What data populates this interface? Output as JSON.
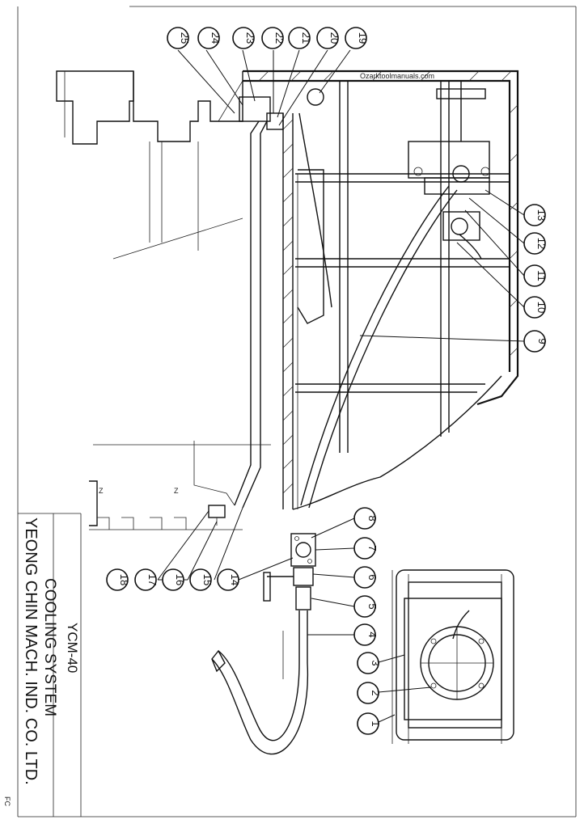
{
  "title_block": {
    "model": "YCM-40",
    "system": "COOLING SYSTEM",
    "company": "YEONG CHIN MACH. IND. CO. LTD."
  },
  "watermark": "Ozarktoolmanuals.com",
  "corner_mark": "FC",
  "callouts": [
    {
      "label": "1"
    },
    {
      "label": "2"
    },
    {
      "label": "3"
    },
    {
      "label": "4"
    },
    {
      "label": "5"
    },
    {
      "label": "6"
    },
    {
      "label": "7"
    },
    {
      "label": "8"
    },
    {
      "label": "9"
    },
    {
      "label": "10"
    },
    {
      "label": "11"
    },
    {
      "label": "12"
    },
    {
      "label": "13"
    },
    {
      "label": "14"
    },
    {
      "label": "15"
    },
    {
      "label": "16"
    },
    {
      "label": "17"
    },
    {
      "label": "18"
    },
    {
      "label": "19"
    },
    {
      "label": "20"
    },
    {
      "label": "21"
    },
    {
      "label": "22"
    },
    {
      "label": "23"
    },
    {
      "label": "24"
    },
    {
      "label": "25"
    }
  ]
}
